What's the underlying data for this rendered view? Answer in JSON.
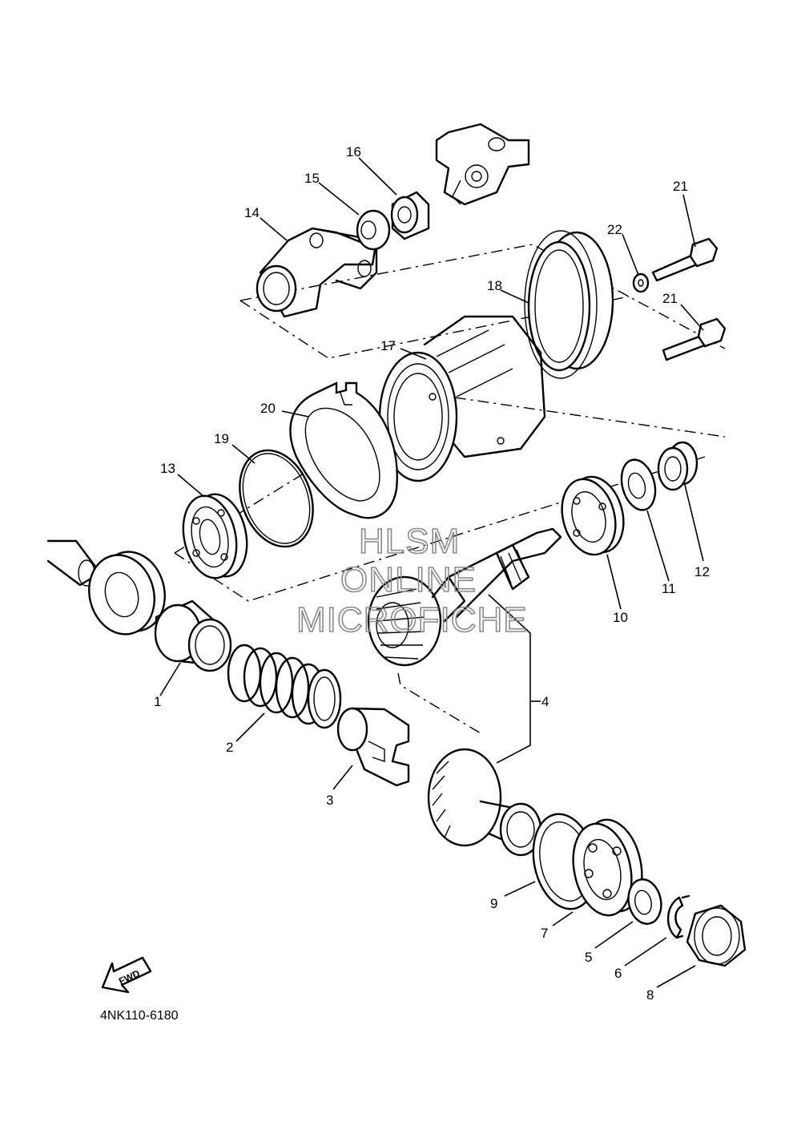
{
  "diagram": {
    "catalog_number": "4NK110-6180",
    "direction_arrow": "FWD",
    "watermark": [
      "HLSM",
      "ONLINE",
      "MICROFICHE"
    ],
    "callouts": [
      "1",
      "2",
      "3",
      "4",
      "5",
      "6",
      "7",
      "8",
      "9",
      "10",
      "11",
      "12",
      "13",
      "14",
      "15",
      "16",
      "17",
      "18",
      "19",
      "20",
      "21",
      "21",
      "22"
    ]
  },
  "colors": {
    "line": "#000000",
    "background": "#ffffff",
    "watermark": "#8a8a8a"
  }
}
